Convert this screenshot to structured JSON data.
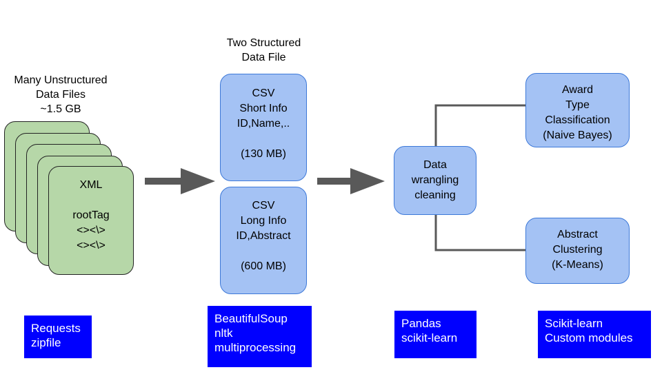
{
  "unstructured": {
    "title": [
      "Many Unstructured",
      "Data Files",
      "~1.5 GB"
    ],
    "card_lines": [
      "XML",
      "",
      "rootTag",
      "<><\\>",
      "<><\\>"
    ]
  },
  "structured": {
    "title": [
      "Two Structured",
      "Data File"
    ],
    "short": [
      "CSV",
      "Short Info",
      "ID,Name,..",
      "",
      "(130 MB)"
    ],
    "long": [
      "CSV",
      "Long Info",
      "ID,Abstract",
      "",
      "(600 MB)"
    ]
  },
  "wrangling": [
    "Data",
    "wrangling",
    "cleaning"
  ],
  "award": [
    "Award",
    "Type",
    "Classification",
    "(Naive Bayes)"
  ],
  "abstract": [
    "Abstract",
    "Clustering",
    "(K-Means)"
  ],
  "tools": {
    "stage1": [
      "Requests",
      "zipfile"
    ],
    "stage2": [
      "BeautifulSoup",
      "nltk",
      "multiprocessing"
    ],
    "stage3": [
      "Pandas",
      "scikit-learn"
    ],
    "stage4": [
      "Scikit-learn",
      "Custom modules"
    ]
  },
  "colors": {
    "green_card": "#b6d7a8",
    "blue_card": "#a4c2f4",
    "tool_box": "#0000ff",
    "arrow": "#595959"
  }
}
